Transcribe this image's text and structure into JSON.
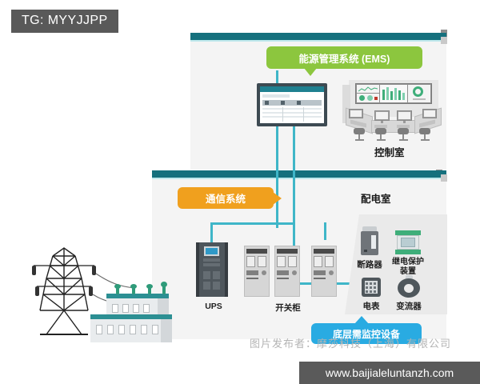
{
  "tag": {
    "text": "TG: MYYJJPP"
  },
  "callouts": {
    "ems": "能源管理系统 (EMS)",
    "communication": "通信系统",
    "bottom_layer": "底层需监控设备"
  },
  "rooms": {
    "control_room": "控制室",
    "distribution_room": "配电室"
  },
  "equipment": {
    "ups": "UPS",
    "switchgear": "开关柜",
    "breaker": "断路器",
    "relay_protection": "继电保护装置",
    "meter": "电表",
    "converter": "变流器"
  },
  "watermarks": {
    "publisher": "图片发布者：摩莎科技（上海）有限公司",
    "url": "www.baijialeluntanzh.com"
  },
  "colors": {
    "panel_bar": "#15707d",
    "panel_bg": "#f4f4f4",
    "ems_green": "#8cc63e",
    "comm_orange": "#f0a01e",
    "bottom_blue": "#29abe2",
    "connector": "#3fb6c8",
    "tag_gray": "#595959",
    "roof_teal": "#2c8f93"
  }
}
